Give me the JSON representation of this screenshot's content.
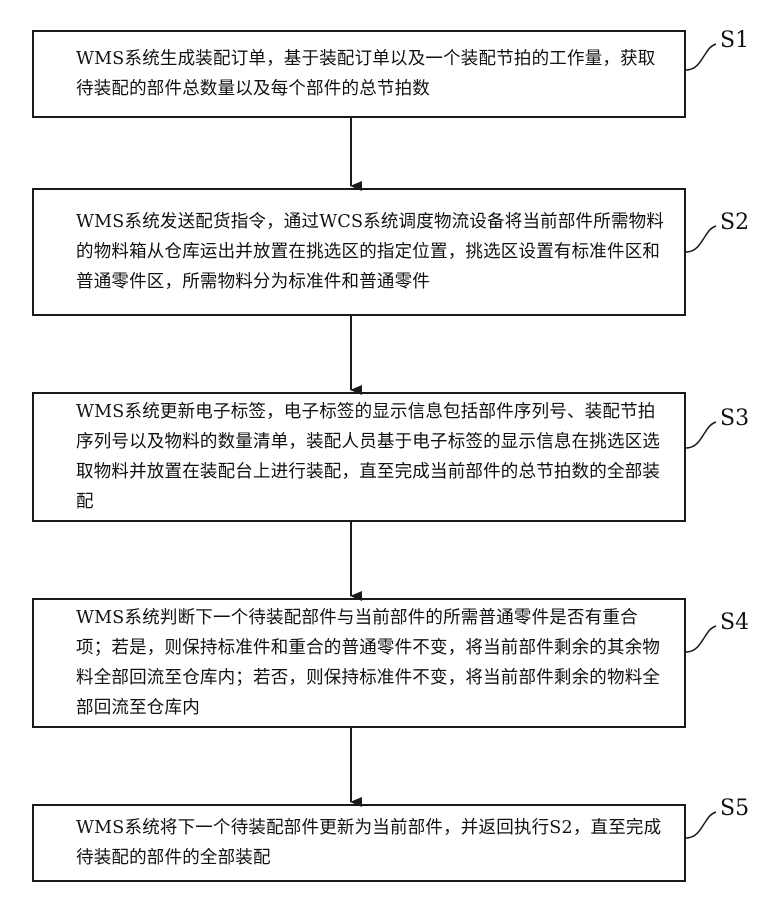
{
  "steps": [
    {
      "id": "S1",
      "text": "WMS系统生成装配订单，基于装配订单以及一个装配节拍的工作量，获取待装配的部件总数量以及每个部件的总节拍数"
    },
    {
      "id": "S2",
      "text": "WMS系统发送配货指令，通过WCS系统调度物流设备将当前部件所需物料的物料箱从仓库运出并放置在挑选区的指定位置，挑选区设置有标准件区和普通零件区，所需物料分为标准件和普通零件"
    },
    {
      "id": "S3",
      "text": "WMS系统更新电子标签，电子标签的显示信息包括部件序列号、装配节拍序列号以及物料的数量清单，装配人员基于电子标签的显示信息在挑选区选取物料并放置在装配台上进行装配，直至完成当前部件的总节拍数的全部装配"
    },
    {
      "id": "S4",
      "text": "WMS系统判断下一个待装配部件与当前部件的所需普通零件是否有重合项；若是，则保持标准件和重合的普通零件不变，将当前部件剩余的其余物料全部回流至仓库内；若否，则保持标准件不变，将当前部件剩余的物料全部回流至仓库内"
    },
    {
      "id": "S5",
      "text": "WMS系统将下一个待装配部件更新为当前部件，并返回执行S2，直至完成待装配的部件的全部装配"
    }
  ]
}
